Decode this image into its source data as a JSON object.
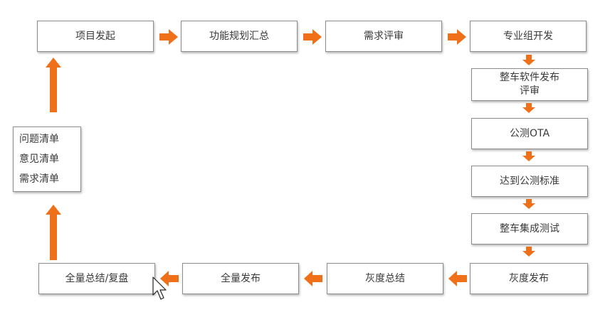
{
  "diagram": {
    "steps": {
      "initiation": "项目发起",
      "planning": "功能规划汇总",
      "review": "需求评审",
      "dev": "专业组开发",
      "release_review_l1": "整车软件发布",
      "release_review_l2": "评审",
      "public_test": "公测OTA",
      "reach_standard": "达到公测标准",
      "integration_test": "整车集成测试",
      "gray_release": "灰度发布",
      "gray_summary": "灰度总结",
      "full_release": "全量发布",
      "full_summary": "全量总结/复盘"
    },
    "lists": [
      "问题清单",
      "意见清单",
      "需求清单"
    ],
    "colors": {
      "arrow": "#f0701a",
      "border": "#8c8c8c",
      "text": "#3a3a3a"
    }
  }
}
